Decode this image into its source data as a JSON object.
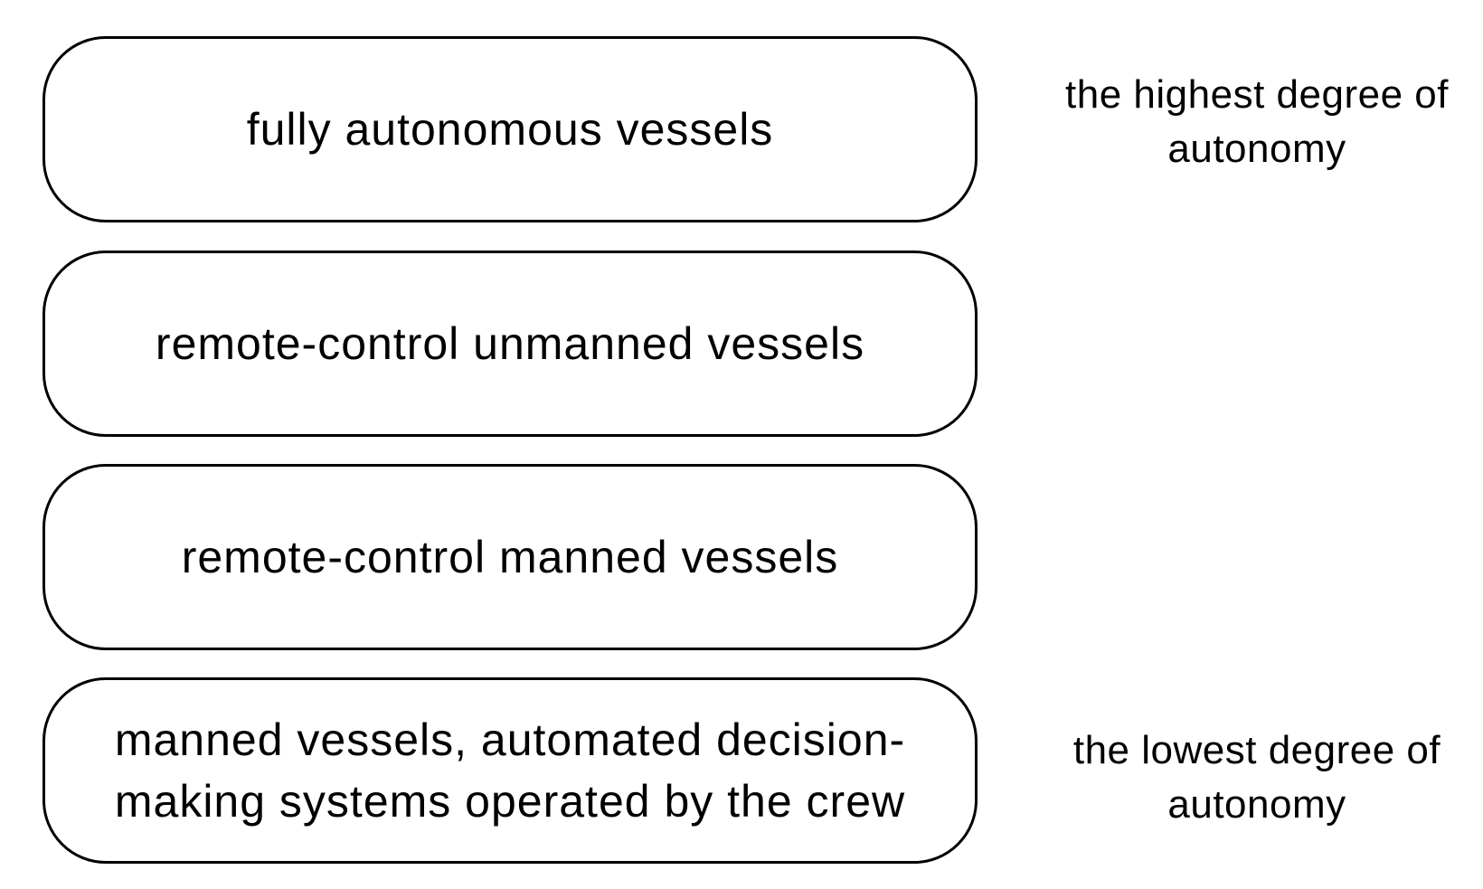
{
  "levels": [
    {
      "label": "fully autonomous vessels"
    },
    {
      "label": "remote-control unmanned vessels"
    },
    {
      "label": "remote-control manned vessels"
    },
    {
      "label": "manned vessels, automated decision-making systems operated by the crew"
    }
  ],
  "annotations": {
    "top": "the highest degree of autonomy",
    "bottom": "the lowest degree of autonomy"
  }
}
